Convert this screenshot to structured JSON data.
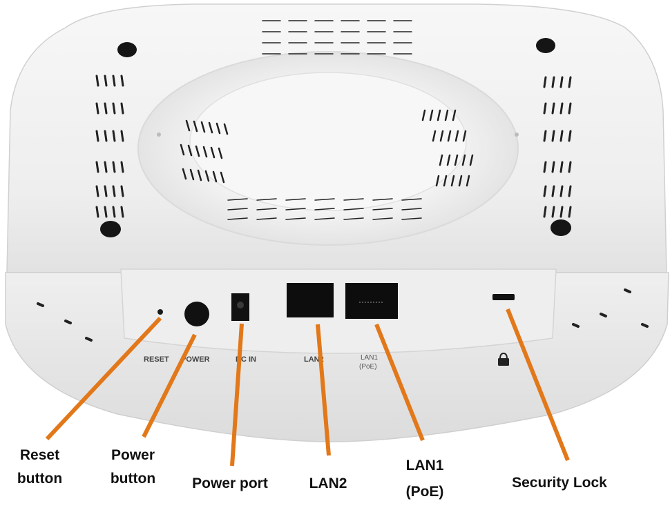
{
  "device": {
    "panel_labels": {
      "reset": "RESET",
      "power": "POWER",
      "dc_in": "DC IN",
      "lan2": "LAN2",
      "lan1_line1": "LAN1",
      "lan1_line2": "(PoE)"
    }
  },
  "callouts": {
    "reset_line1": "Reset",
    "reset_line2": "button",
    "power_line1": "Power",
    "power_line2": "button",
    "power_port": "Power port",
    "lan2": "LAN2",
    "lan1_line1": "LAN1",
    "lan1_line2": "(PoE)",
    "security_lock": "Security Lock"
  },
  "colors": {
    "leader_line": "#e2781a",
    "device_body": "#f2f2f2",
    "vent": "#222222"
  },
  "icons": {
    "lock": "padlock-icon"
  }
}
